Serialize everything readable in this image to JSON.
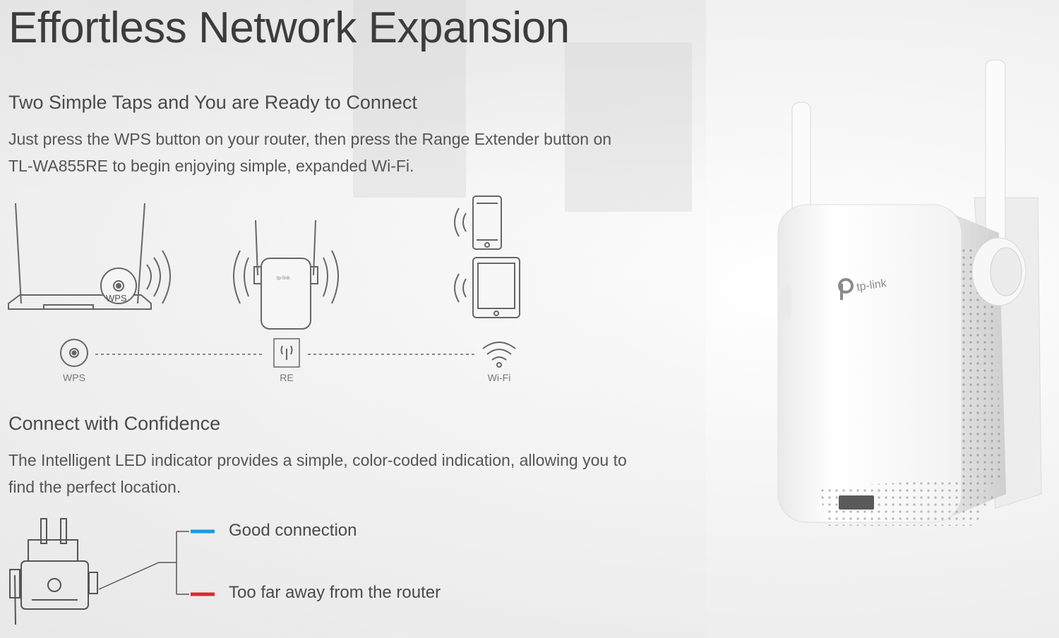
{
  "title": "Effortless Network Expansion",
  "section1": {
    "heading": "Two Simple Taps and You are Ready to Connect",
    "text": "Just press the WPS button on your router, then press the Range Extender button on TL-WA855RE to begin enjoying simple, expanded Wi-Fi."
  },
  "diagram": {
    "router_wps_label": "WPS",
    "extender_brand": "tp-link",
    "steps": [
      "WPS",
      "RE",
      "Wi-Fi"
    ]
  },
  "section2": {
    "heading": "Connect with Confidence",
    "text": "The Intelligent LED indicator provides a simple, color-coded indication, allowing you to find the perfect location."
  },
  "led": {
    "good": {
      "label": "Good connection",
      "color": "#1a9be0"
    },
    "far": {
      "label": "Too far away from the router",
      "color": "#e0262e"
    }
  },
  "product": {
    "brand": "tp-link"
  }
}
